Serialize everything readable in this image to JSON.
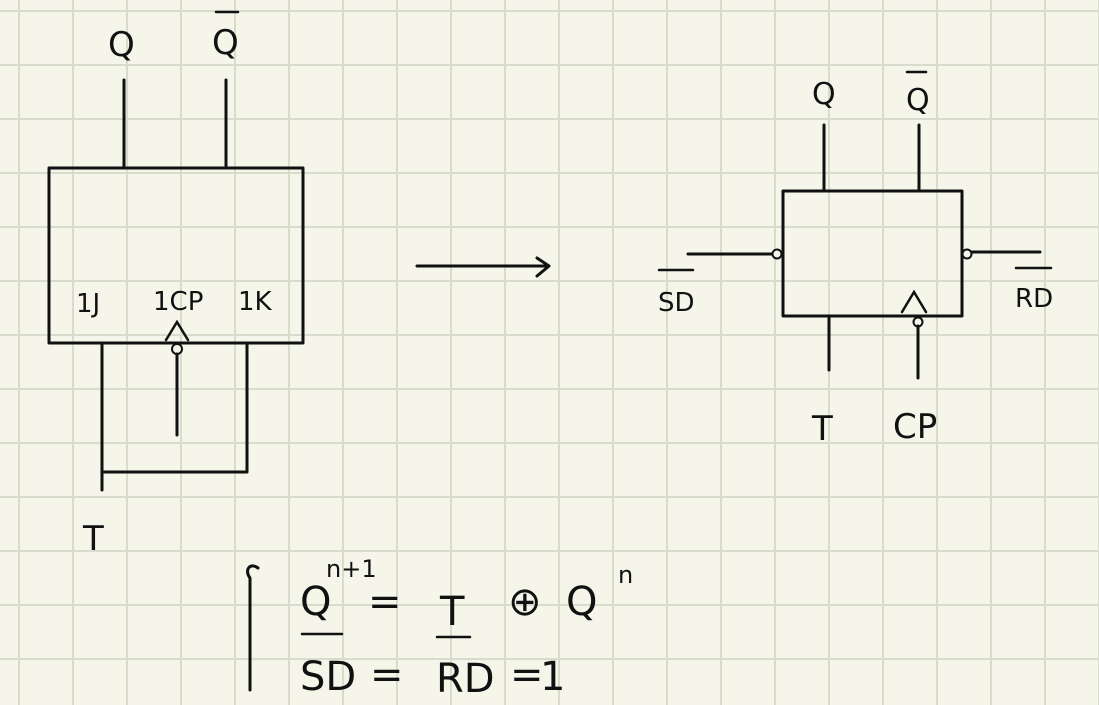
{
  "left_block": {
    "out_q": "Q",
    "out_qbar": "Q",
    "in_j": "1J",
    "in_cp": "1CP",
    "in_k": "1K",
    "input_t": "T"
  },
  "right_block": {
    "out_q": "Q",
    "out_qbar": "Q",
    "in_sd": "SD",
    "in_rd": "RD",
    "input_t": "T",
    "input_cp": "CP"
  },
  "equations": {
    "eq1_lhs": "Q",
    "eq1_lhs_sup": "n+1",
    "eq1_eq": "=",
    "eq1_t": "T",
    "eq1_xor": "⊕",
    "eq1_rhs": "Q",
    "eq1_rhs_sup": "n",
    "eq2_sd": "SD",
    "eq2_eq1": "=",
    "eq2_rd": "RD",
    "eq2_eq2": "=",
    "eq2_val": "1"
  }
}
